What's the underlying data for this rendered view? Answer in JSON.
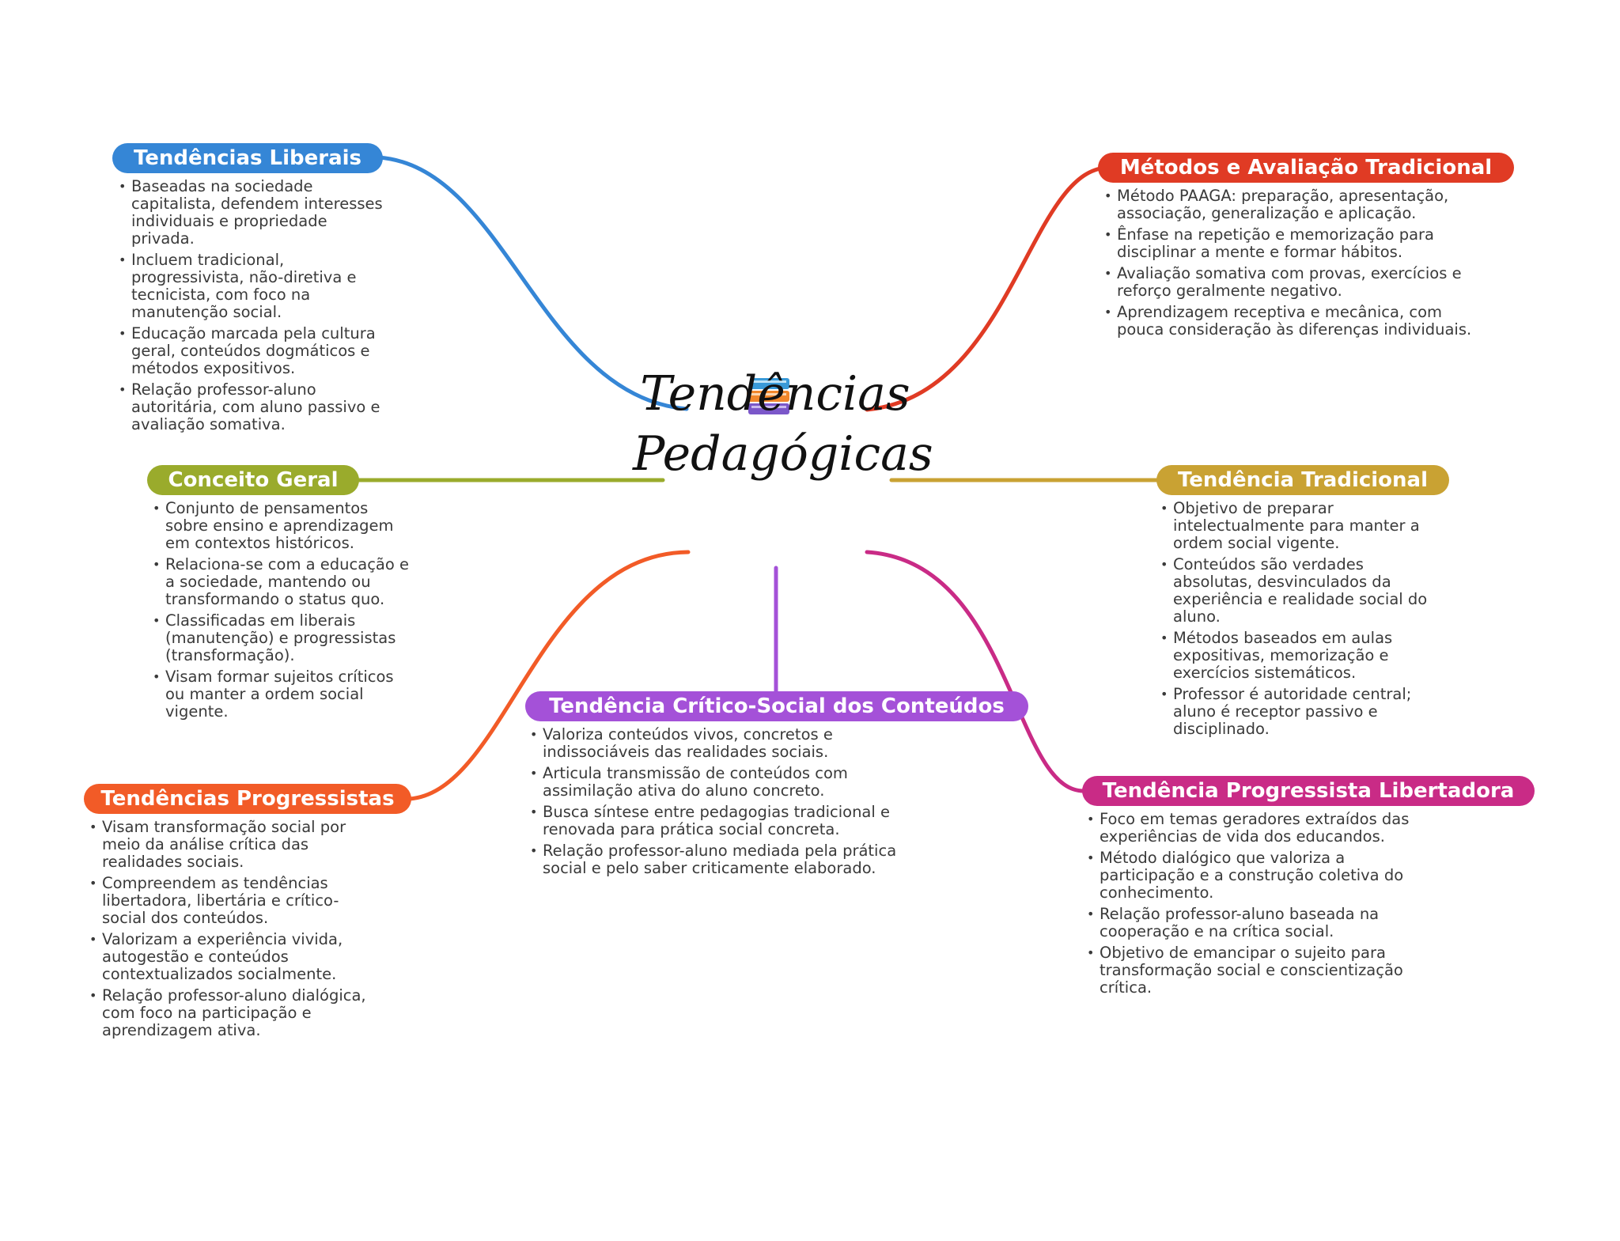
{
  "central": {
    "title_line1": "Tendências",
    "title_line2": "Pedagógicas",
    "icon": "books-icon"
  },
  "branches": [
    {
      "id": "liberais",
      "title": "Tendências Liberais",
      "color": "#3586d6",
      "items": [
        "Baseadas na sociedade capitalista, defendem interesses individuais e propriedade privada.",
        "Incluem tradicional, progressivista, não-diretiva e tecnicista, com foco na manutenção social.",
        "Educação marcada pela cultura geral, conteúdos dogmáticos e métodos expositivos.",
        "Relação professor-aluno autoritária, com aluno passivo e avaliação somativa."
      ]
    },
    {
      "id": "conceito",
      "title": "Conceito Geral",
      "color": "#9aab2c",
      "items": [
        "Conjunto de pensamentos sobre ensino e aprendizagem em contextos históricos.",
        "Relaciona-se com a educação e a sociedade, mantendo ou transformando o status quo.",
        "Classificadas em liberais (manutenção) e progressistas (transformação).",
        "Visam formar sujeitos críticos ou manter a ordem social vigente."
      ]
    },
    {
      "id": "progressistas",
      "title": "Tendências Progressistas",
      "color": "#f25b27",
      "items": [
        "Visam transformação social por meio da análise crítica das realidades sociais.",
        "Compreendem as tendências libertadora, libertária e crítico-social dos conteúdos.",
        "Valorizam a experiência vivida, autogestão e conteúdos contextualizados socialmente.",
        "Relação professor-aluno dialógica, com foco na participação e aprendizagem ativa."
      ]
    },
    {
      "id": "critico",
      "title": "Tendência Crítico-Social dos Conteúdos",
      "color": "#a451d8",
      "items": [
        "Valoriza conteúdos vivos, concretos e indissociáveis das realidades sociais.",
        "Articula transmissão de conteúdos com assimilação ativa do aluno concreto.",
        "Busca síntese entre pedagogias tradicional e renovada para prática social concreta.",
        "Relação professor-aluno mediada pela prática social e pelo saber criticamente elaborado."
      ]
    },
    {
      "id": "metodos",
      "title": "Métodos e Avaliação Tradicional",
      "color": "#e03b24",
      "items": [
        "Método PAAGA: preparação, apresentação, associação, generalização e aplicação.",
        "Ênfase na repetição e memorização para disciplinar a mente e formar hábitos.",
        "Avaliação somativa com provas, exercícios e reforço geralmente negativo.",
        "Aprendizagem receptiva e mecânica, com pouca consideração às diferenças individuais."
      ]
    },
    {
      "id": "tradicional",
      "title": "Tendência Tradicional",
      "color": "#c9a233",
      "items": [
        "Objetivo de preparar intelectualmente para manter a ordem social vigente.",
        "Conteúdos são verdades absolutas, desvinculados da experiência e realidade social do aluno.",
        "Métodos baseados em aulas expositivas, memorização e exercícios sistemáticos.",
        "Professor é autoridade central; aluno é receptor passivo e disciplinado."
      ]
    },
    {
      "id": "libertadora",
      "title": "Tendência Progressista Libertadora",
      "color": "#c92b86",
      "items": [
        "Foco em temas geradores extraídos das experiências de vida dos educandos.",
        "Método dialógico que valoriza a participação e a construção coletiva do conhecimento.",
        "Relação professor-aluno baseada na cooperação e na crítica social.",
        "Objetivo de emancipar o sujeito para transformação social e conscientização crítica."
      ]
    }
  ]
}
